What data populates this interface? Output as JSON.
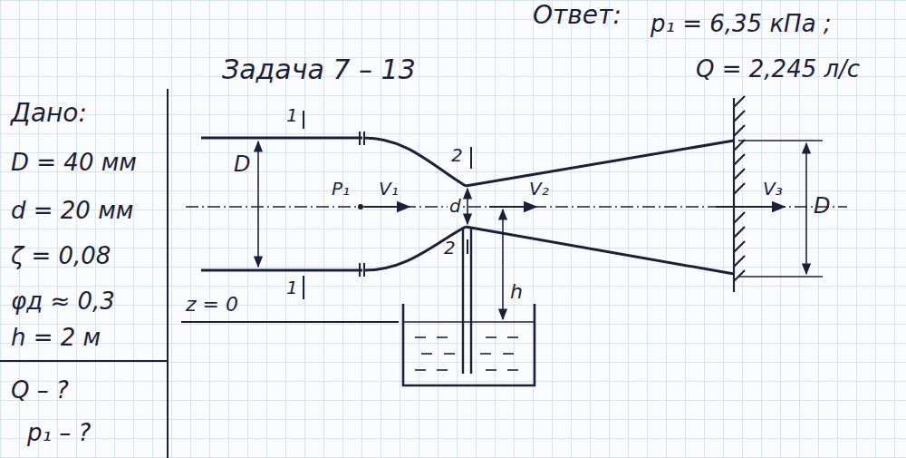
{
  "diagram": {
    "title": "Задача 7 – 13",
    "labels": [
      "Ответ:",
      "p₁ = 6,35 кПа ;",
      "Q = 2,245 л/с",
      "Дано:",
      "D = 40 мм",
      "d = 20 мм",
      "ζ = 0,08",
      "φд ≈ 0,3",
      "h = 2 м",
      "Q – ?",
      "p₁ – ?",
      "1",
      "1",
      "D",
      "P₁",
      "V₁",
      "2",
      "d",
      "2",
      "V₂",
      "h",
      "z = 0",
      "V₃",
      "D"
    ]
  }
}
